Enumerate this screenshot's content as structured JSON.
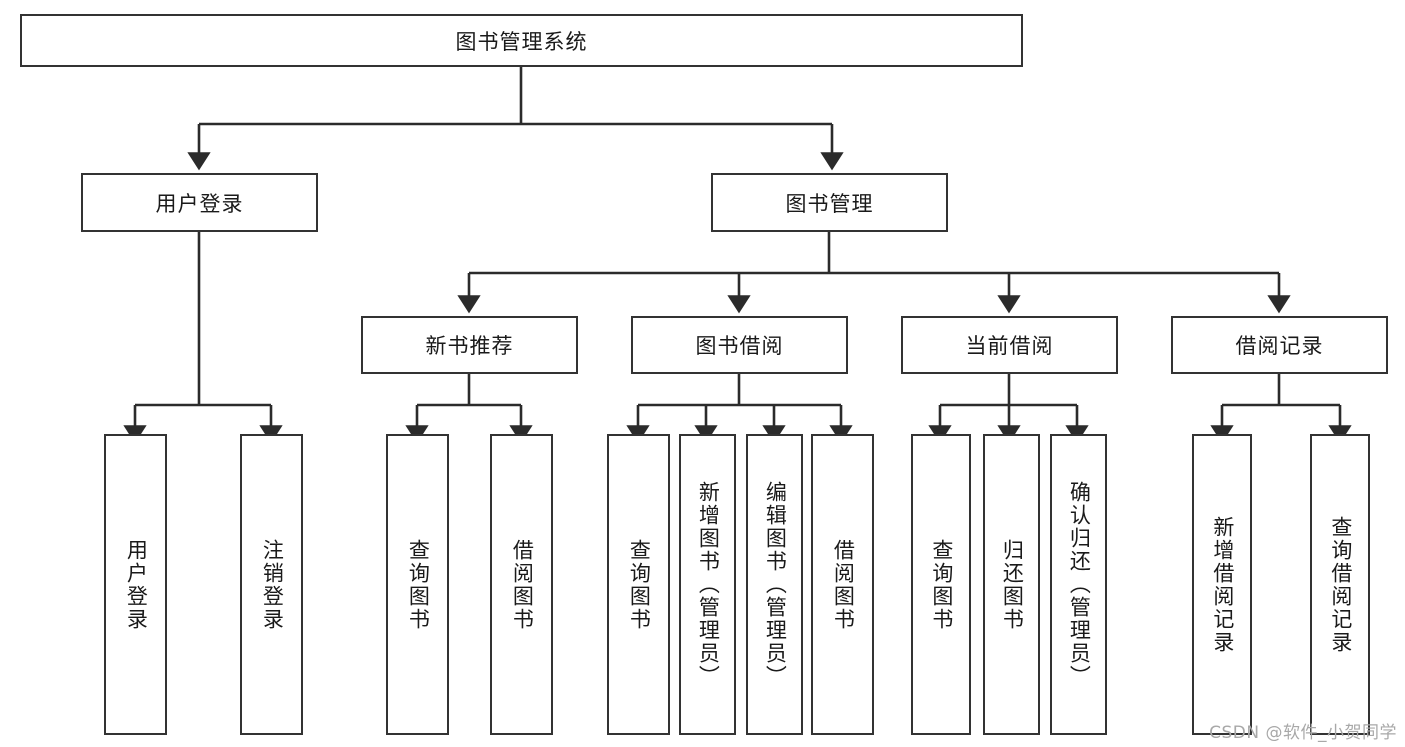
{
  "diagram": {
    "title": "图书管理系统",
    "type": "tree-hierarchy",
    "root": {
      "id": "root",
      "label": "图书管理系统",
      "orientation": "horizontal"
    },
    "level2": [
      {
        "id": "user-login",
        "label": "用户登录",
        "orientation": "horizontal"
      },
      {
        "id": "book-management",
        "label": "图书管理",
        "orientation": "horizontal"
      }
    ],
    "level3": [
      {
        "id": "new-book-recommend",
        "label": "新书推荐",
        "orientation": "horizontal",
        "parent": "book-management"
      },
      {
        "id": "book-borrow",
        "label": "图书借阅",
        "orientation": "horizontal",
        "parent": "book-management"
      },
      {
        "id": "current-borrow",
        "label": "当前借阅",
        "orientation": "horizontal",
        "parent": "book-management"
      },
      {
        "id": "borrow-record",
        "label": "借阅记录",
        "orientation": "horizontal",
        "parent": "book-management"
      }
    ],
    "leaves": [
      {
        "id": "leaf-user-login",
        "label": "用户登录",
        "parent": "user-login"
      },
      {
        "id": "leaf-user-logout",
        "label": "注销登录",
        "parent": "user-login"
      },
      {
        "id": "leaf-query-book-1",
        "label": "查询图书",
        "parent": "new-book-recommend"
      },
      {
        "id": "leaf-borrow-book-1",
        "label": "借阅图书",
        "parent": "new-book-recommend"
      },
      {
        "id": "leaf-query-book-2",
        "label": "查询图书",
        "parent": "book-borrow"
      },
      {
        "id": "leaf-add-book",
        "label": "新增图书（管理员）",
        "parent": "book-borrow"
      },
      {
        "id": "leaf-edit-book",
        "label": "编辑图书（管理员）",
        "parent": "book-borrow"
      },
      {
        "id": "leaf-borrow-book-2",
        "label": "借阅图书",
        "parent": "book-borrow"
      },
      {
        "id": "leaf-query-book-3",
        "label": "查询图书",
        "parent": "current-borrow"
      },
      {
        "id": "leaf-return-book",
        "label": "归还图书",
        "parent": "current-borrow"
      },
      {
        "id": "leaf-confirm-return",
        "label": "确认归还（管理员）",
        "parent": "current-borrow"
      },
      {
        "id": "leaf-add-record",
        "label": "新增借阅记录",
        "parent": "borrow-record"
      },
      {
        "id": "leaf-query-record",
        "label": "查询借阅记录",
        "parent": "borrow-record"
      }
    ]
  },
  "watermark": {
    "text": "CSDN @软件_小贺同学"
  },
  "colors": {
    "stroke": "#333333",
    "background": "#ffffff",
    "text": "#1a1a1a",
    "watermark": "#a8a8a8"
  }
}
